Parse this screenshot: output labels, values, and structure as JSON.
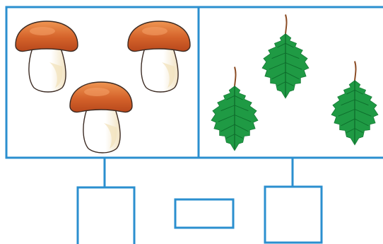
{
  "colors": {
    "frame_blue": "#2b8fcf",
    "mushroom_cap": "#d4622a",
    "mushroom_cap_light": "#ec8a45",
    "mushroom_stem": "#ffffff",
    "mushroom_stem_shade": "#f4ead3",
    "leaf_green": "#1f9a44",
    "leaf_vein": "#0d6b2b",
    "leaf_stalk": "#8a4a22"
  },
  "groups": [
    {
      "name": "mushrooms",
      "icon": "mushroom-icon",
      "count": 3
    },
    {
      "name": "birch-leaves",
      "icon": "birch-leaf-icon",
      "count": 3
    }
  ],
  "answer_boxes": [
    {
      "name": "left-count-box",
      "value": ""
    },
    {
      "name": "comparison-sign-box",
      "value": ""
    },
    {
      "name": "right-count-box",
      "value": ""
    }
  ]
}
